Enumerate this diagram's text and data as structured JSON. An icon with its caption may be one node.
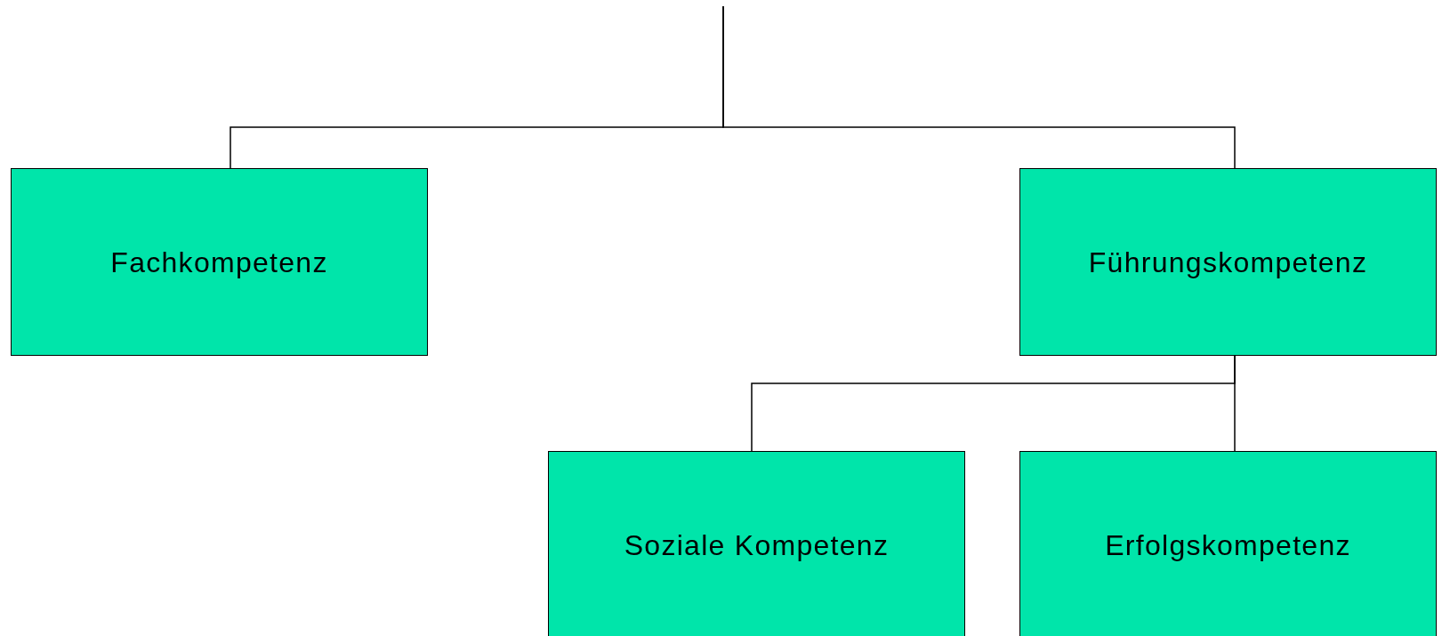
{
  "diagram": {
    "nodes": [
      {
        "text": [
          "Fachkompetenz"
        ]
      },
      {
        "text": [
          "Führungskompetenz"
        ]
      },
      {
        "text": [
          "Soziale Kompetenz"
        ]
      },
      {
        "text": [
          "Erfolgskompetenz"
        ]
      }
    ],
    "edges": [
      {
        "from": null,
        "to": 0,
        "arrow": "none"
      },
      {
        "from": null,
        "to": 1,
        "arrow": "none"
      },
      {
        "from": 1,
        "to": 2,
        "arrow": "none"
      },
      {
        "from": 1,
        "to": 3,
        "arrow": "none"
      }
    ]
  }
}
